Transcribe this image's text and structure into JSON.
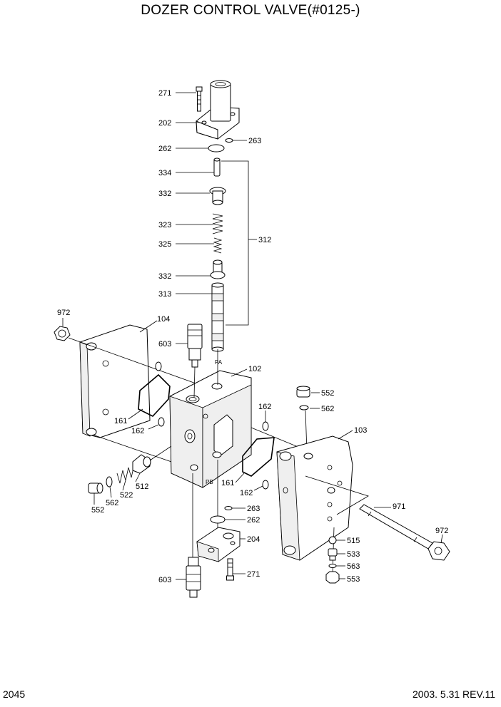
{
  "title": "DOZER CONTROL VALVE(#0125-)",
  "page_number": "2045",
  "revision": "2003. 5.31  REV.11",
  "labels": {
    "p271a": "271",
    "p202": "202",
    "p263a": "263",
    "p262a": "262",
    "p334": "334",
    "p332a": "332",
    "p323": "323",
    "p325": "325",
    "p312": "312",
    "p332b": "332",
    "p313": "313",
    "p972a": "972",
    "p104": "104",
    "p603a": "603",
    "p102": "102",
    "pa": "PA",
    "p161a": "161",
    "p162a": "162",
    "p162b": "162",
    "p552a": "552",
    "p562a": "562",
    "p103": "103",
    "p552b": "552",
    "p562b": "562",
    "p522": "522",
    "p512": "512",
    "pb": "PB",
    "p161b": "161",
    "p162c": "162",
    "p263b": "263",
    "p262b": "262",
    "p204": "204",
    "p971": "971",
    "p972b": "972",
    "p515": "515",
    "p533": "533",
    "p563": "563",
    "p553": "553",
    "p603b": "603",
    "p271b": "271"
  }
}
